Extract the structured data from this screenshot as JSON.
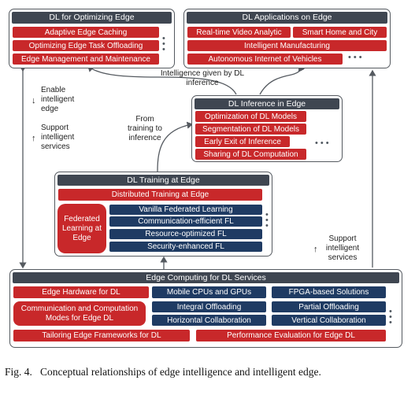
{
  "optimizing": {
    "title": "DL for Optimizing Edge",
    "items": [
      "Adaptive Edge Caching",
      "Optimizing Edge Task Offloading",
      "Edge Management and Maintenance"
    ]
  },
  "applications": {
    "title": "DL Applications on Edge",
    "items": [
      "Real-time Video Analytic",
      "Smart Home and City",
      "Intelligent Manufacturing",
      "Autonomous Internet of Vehicles"
    ]
  },
  "inference": {
    "title": "DL Inference in Edge",
    "items": [
      "Optimization of DL Models",
      "Segmentation of DL Models",
      "Early Exit of Inference",
      "Sharing of DL Computation"
    ]
  },
  "training": {
    "title": "DL Training at Edge",
    "distributed": "Distributed Training at Edge",
    "federated": "Federated Learning at Edge",
    "federated_items": [
      "Vanilla Federated Learning",
      "Communication-efficient FL",
      "Resource-optimized FL",
      "Security-enhanced FL"
    ]
  },
  "computing": {
    "title": "Edge Computing for DL Services",
    "hardware": "Edge Hardware for DL",
    "mobile": "Mobile CPUs and GPUs",
    "fpga": "FPGA-based Solutions",
    "comm_modes": "Communication and Computation Modes for Edge DL",
    "integral": "Integral Offloading",
    "partial": "Partial Offloading",
    "horizontal": "Horizontal Collaboration",
    "vertical": "Vertical Collaboration",
    "tailoring": "Tailoring Edge Frameworks for DL",
    "performance": "Performance Evaluation for Edge DL"
  },
  "labels": {
    "enable": "Enable intelligent edge",
    "support_left": "Support intelligent services",
    "intelligence_given": "Intelligence given by DL inference",
    "from_training": "From training to inference",
    "support_right": "Support intelligent services"
  },
  "caption": {
    "prefix": "Fig. 4.",
    "text": "Conceptual relationships of edge intelligence and intelligent edge."
  },
  "colors": {
    "header": "#3f4651",
    "red": "#c8282a",
    "blue": "#1f3b63",
    "line": "#555a60"
  }
}
